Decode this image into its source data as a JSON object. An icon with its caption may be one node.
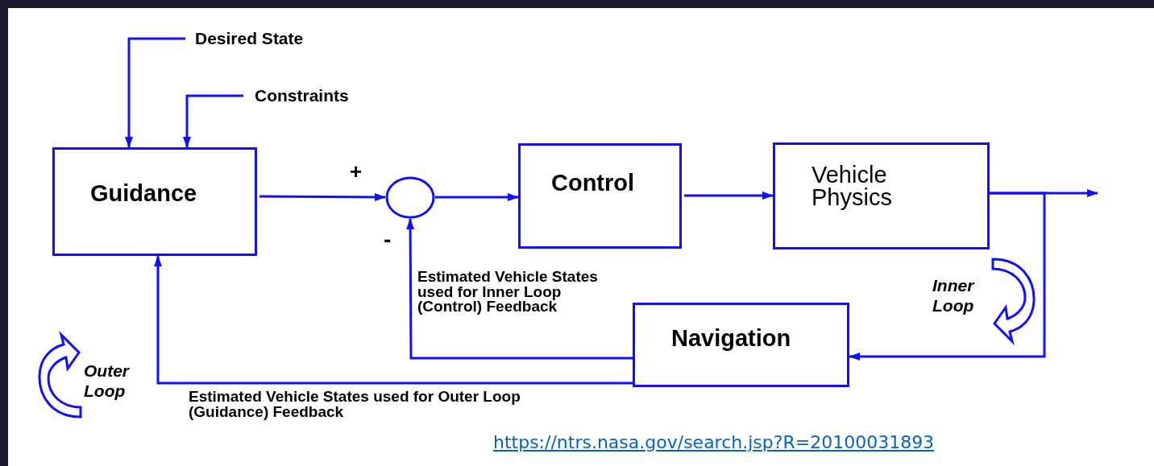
{
  "diagram": {
    "nodes": [
      {
        "text": [
          "Desired State"
        ]
      },
      {
        "text": [
          "Constraints"
        ]
      },
      {
        "text": [
          "Guidance"
        ]
      },
      {
        "text": [],
        "shape": "circle"
      },
      {
        "text": [
          "Control"
        ]
      },
      {
        "text": [
          "Vehicle Physics"
        ]
      },
      {
        "text": [
          "Navigation"
        ]
      }
    ],
    "edges": [
      {
        "from": 0,
        "to": 2,
        "arrow": "to"
      },
      {
        "from": 1,
        "to": 2,
        "arrow": "to"
      },
      {
        "from": 2,
        "to": 3,
        "arrow": "to"
      },
      {
        "from": 3,
        "to": 4,
        "arrow": "to"
      },
      {
        "from": 4,
        "to": 5,
        "arrow": "to"
      },
      {
        "from": 5,
        "to": null,
        "arrow": "to"
      },
      {
        "from": 5,
        "to": 6,
        "arrow": "to"
      },
      {
        "from": 6,
        "to": 3,
        "arrow": "to",
        "label": "Estimated Vehicle States used for Inner Loop (Control) Feedback"
      },
      {
        "from": 6,
        "to": 2,
        "arrow": "to",
        "label": "Estimated Vehicle States used for Outer Loop (Guidance) Feedback"
      }
    ],
    "labels": [
      "+",
      "-",
      "Inner Loop",
      "Outer Loop",
      "https://ntrs.nasa.gov/search.jsp?R=20100031893"
    ]
  }
}
